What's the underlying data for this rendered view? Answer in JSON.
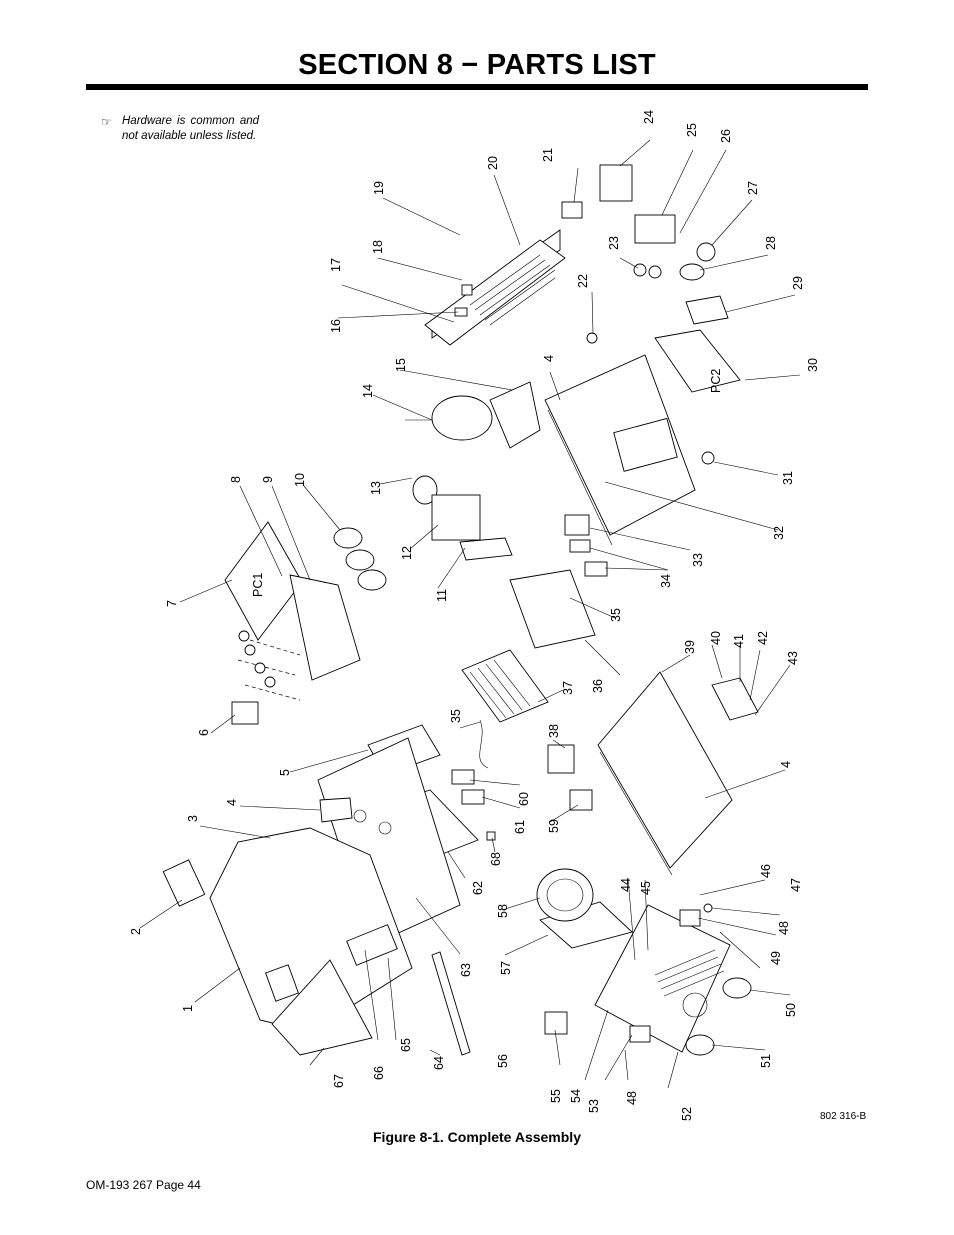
{
  "header": {
    "title": "SECTION 8 − PARTS LIST"
  },
  "note": {
    "icon": "pointing-hand-icon",
    "line1": "Hardware is common and",
    "line2": "not available unless listed."
  },
  "figure": {
    "caption": "Figure 8-1. Complete Assembly",
    "drawing_number": "802 316-B",
    "callouts": [
      "1",
      "2",
      "3",
      "4",
      "5",
      "6",
      "7",
      "8",
      "9",
      "10",
      "11",
      "12",
      "13",
      "14",
      "15",
      "16",
      "17",
      "18",
      "19",
      "20",
      "21",
      "22",
      "23",
      "24",
      "25",
      "26",
      "27",
      "28",
      "29",
      "30",
      "31",
      "32",
      "33",
      "34",
      "35",
      "36",
      "37",
      "38",
      "39",
      "40",
      "41",
      "42",
      "43",
      "44",
      "45",
      "46",
      "47",
      "48",
      "49",
      "50",
      "51",
      "52",
      "53",
      "54",
      "55",
      "56",
      "57",
      "58",
      "59",
      "60",
      "61",
      "62",
      "63",
      "64",
      "65",
      "66",
      "67",
      "68"
    ],
    "callout_extra": {
      "4b": "4",
      "4c": "4",
      "35b": "35",
      "48b": "48"
    },
    "board_labels": {
      "pc1": "PC1",
      "pc2": "PC2"
    }
  },
  "footer": {
    "page_label": "OM-193 267 Page 44"
  }
}
